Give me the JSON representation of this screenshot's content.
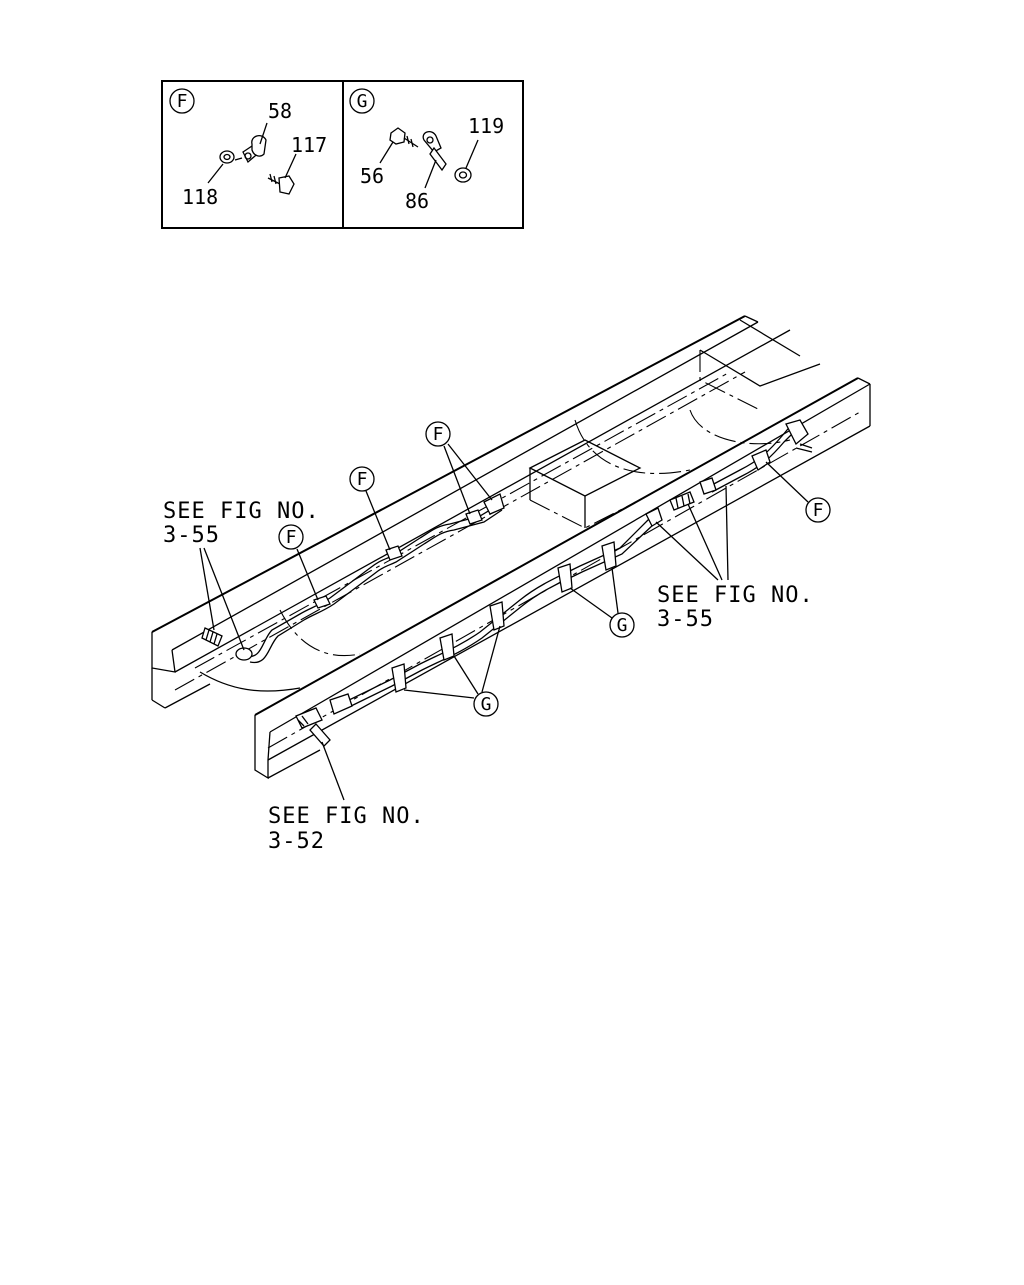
{
  "detail_panels": [
    {
      "letter": "F",
      "parts": [
        "58",
        "117",
        "118"
      ]
    },
    {
      "letter": "G",
      "parts": [
        "119",
        "56",
        "86"
      ]
    }
  ],
  "callouts": {
    "f": "F",
    "g": "G"
  },
  "references": [
    {
      "line1": "SEE FIG NO.",
      "line2": "3-55"
    },
    {
      "line1": "SEE FIG NO.",
      "line2": "3-55"
    },
    {
      "line1": "SEE FIG NO.",
      "line2": "3-52"
    }
  ]
}
